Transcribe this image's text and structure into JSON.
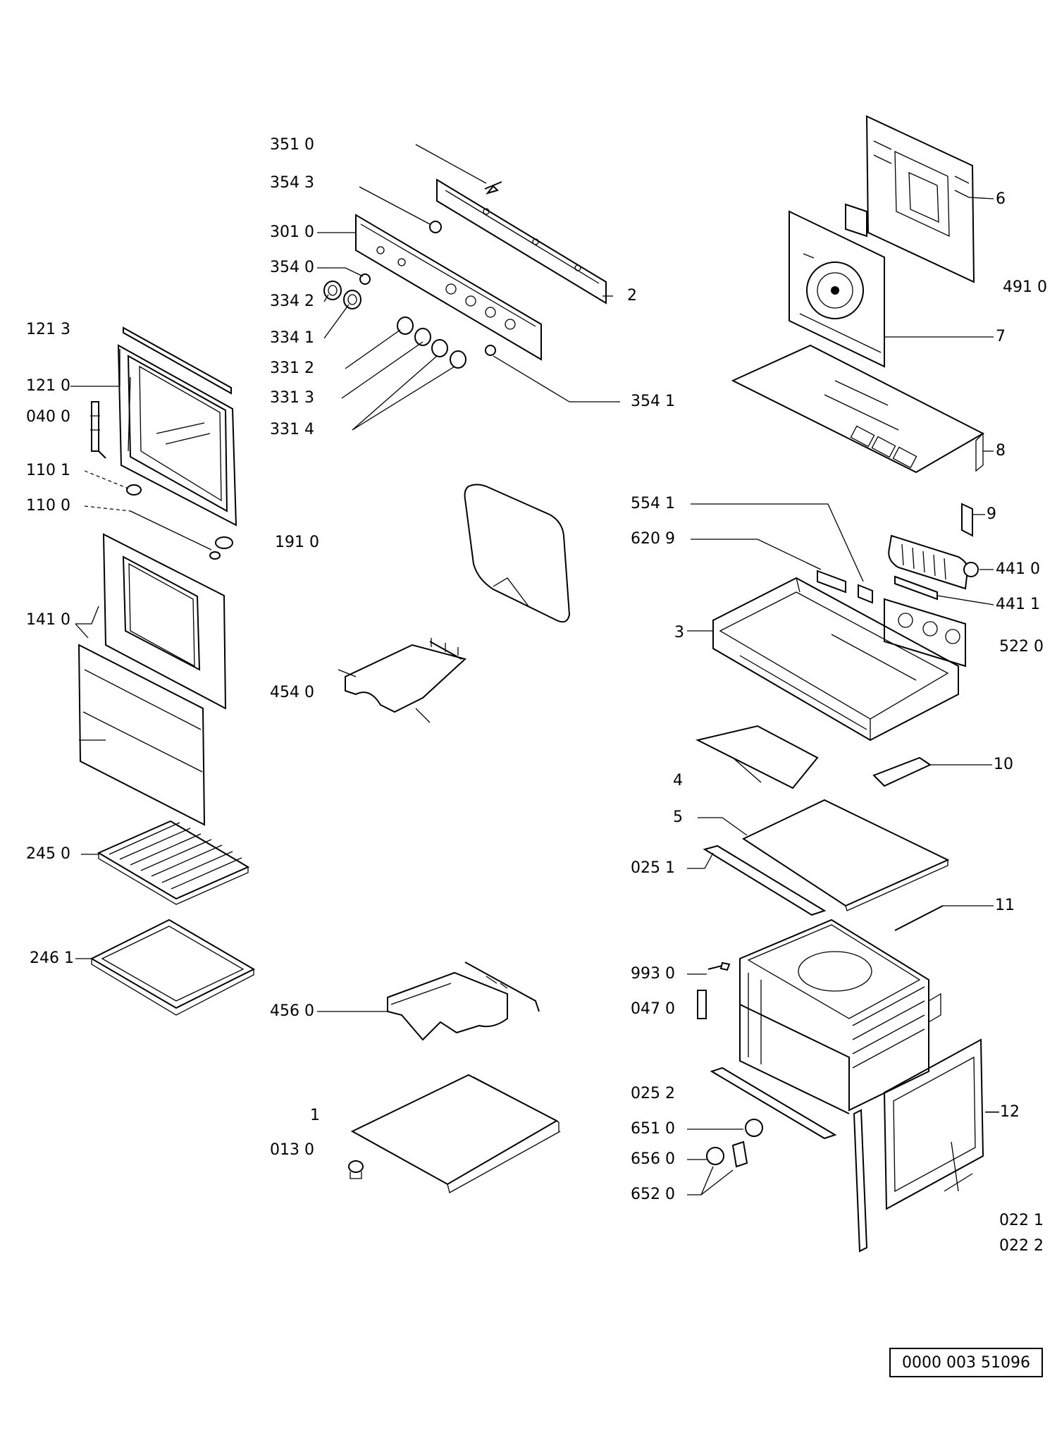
{
  "labels": [
    {
      "id": "351-0",
      "text": "351 0"
    },
    {
      "id": "354-3",
      "text": "354 3"
    },
    {
      "id": "301-0",
      "text": "301 0"
    },
    {
      "id": "354-0",
      "text": "354 0"
    },
    {
      "id": "334-2",
      "text": "334 2"
    },
    {
      "id": "334-1",
      "text": "334 1"
    },
    {
      "id": "331-2",
      "text": "331 2"
    },
    {
      "id": "331-3",
      "text": "331 3"
    },
    {
      "id": "331-4",
      "text": "331 4"
    },
    {
      "id": "354-1",
      "text": "354 1"
    },
    {
      "id": "2",
      "text": "2"
    },
    {
      "id": "6",
      "text": "6"
    },
    {
      "id": "491-0",
      "text": "491 0"
    },
    {
      "id": "7",
      "text": "7"
    },
    {
      "id": "8",
      "text": "8"
    },
    {
      "id": "121-3",
      "text": "121 3"
    },
    {
      "id": "121-0",
      "text": "121 0"
    },
    {
      "id": "040-0",
      "text": "040 0"
    },
    {
      "id": "110-1",
      "text": "110 1"
    },
    {
      "id": "110-0",
      "text": "110 0"
    },
    {
      "id": "191-0",
      "text": "191 0"
    },
    {
      "id": "141-0",
      "text": "141 0"
    },
    {
      "id": "454-0",
      "text": "454 0"
    },
    {
      "id": "554-1",
      "text": "554 1"
    },
    {
      "id": "620-9",
      "text": "620 9"
    },
    {
      "id": "9",
      "text": "9"
    },
    {
      "id": "441-0",
      "text": "441 0"
    },
    {
      "id": "441-1",
      "text": "441 1"
    },
    {
      "id": "3",
      "text": "3"
    },
    {
      "id": "522-0",
      "text": "522 0"
    },
    {
      "id": "4",
      "text": "4"
    },
    {
      "id": "10",
      "text": "10"
    },
    {
      "id": "5",
      "text": "5"
    },
    {
      "id": "245-0",
      "text": "245 0"
    },
    {
      "id": "025-1",
      "text": "025 1"
    },
    {
      "id": "11",
      "text": "11"
    },
    {
      "id": "246-1",
      "text": "246 1"
    },
    {
      "id": "993-0",
      "text": "993 0"
    },
    {
      "id": "456-0",
      "text": "456 0"
    },
    {
      "id": "047-0",
      "text": "047 0"
    },
    {
      "id": "025-2",
      "text": "025 2"
    },
    {
      "id": "12",
      "text": "—12"
    },
    {
      "id": "1",
      "text": "1"
    },
    {
      "id": "651-0",
      "text": "651 0"
    },
    {
      "id": "013-0",
      "text": "013 0"
    },
    {
      "id": "656-0",
      "text": "656 0"
    },
    {
      "id": "652-0",
      "text": "652 0"
    },
    {
      "id": "022-1",
      "text": "022 1"
    },
    {
      "id": "022-2",
      "text": "022 2"
    }
  ],
  "document_number": "0000 003 51096"
}
